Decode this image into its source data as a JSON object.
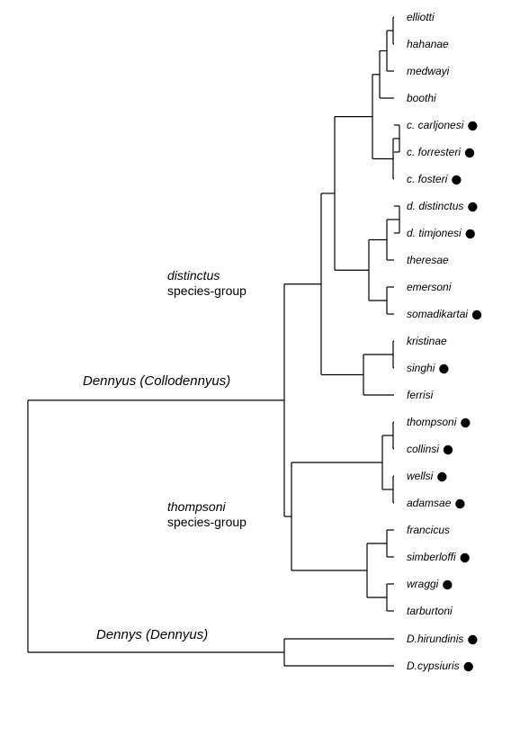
{
  "groups": {
    "distinctus": {
      "name": "distinctus",
      "sub": "species-group"
    },
    "thompsoni": {
      "name": "thompsoni",
      "sub": "species-group"
    },
    "collodennyus": "Dennyus (Collodennyus)",
    "dennyus": "Dennys (Dennyus)"
  },
  "taxa": [
    {
      "name": "elliotti",
      "dot": false
    },
    {
      "name": "hahanae",
      "dot": false
    },
    {
      "name": "medwayi",
      "dot": false
    },
    {
      "name": "boothi",
      "dot": false
    },
    {
      "name": "c. carljonesi",
      "dot": true
    },
    {
      "name": "c. forresteri",
      "dot": true
    },
    {
      "name": "c. fosteri",
      "dot": true
    },
    {
      "name": "d. distinctus",
      "dot": true
    },
    {
      "name": "d. timjonesi",
      "dot": true
    },
    {
      "name": "theresae",
      "dot": false
    },
    {
      "name": "emersoni",
      "dot": false
    },
    {
      "name": "somadikartai",
      "dot": true
    },
    {
      "name": "kristinae",
      "dot": false
    },
    {
      "name": "singhi",
      "dot": true
    },
    {
      "name": "ferrisi",
      "dot": false
    },
    {
      "name": "thompsoni",
      "dot": true
    },
    {
      "name": "collinsi",
      "dot": true
    },
    {
      "name": "wellsi",
      "dot": true
    },
    {
      "name": "adamsae",
      "dot": true
    },
    {
      "name": "francicus",
      "dot": false
    },
    {
      "name": "simberloffi",
      "dot": true
    },
    {
      "name": "wraggi",
      "dot": true
    },
    {
      "name": "tarburtoni",
      "dot": false
    },
    {
      "name": "D.hirundinis",
      "dot": true
    },
    {
      "name": "D.cypsiuris",
      "dot": true
    }
  ]
}
